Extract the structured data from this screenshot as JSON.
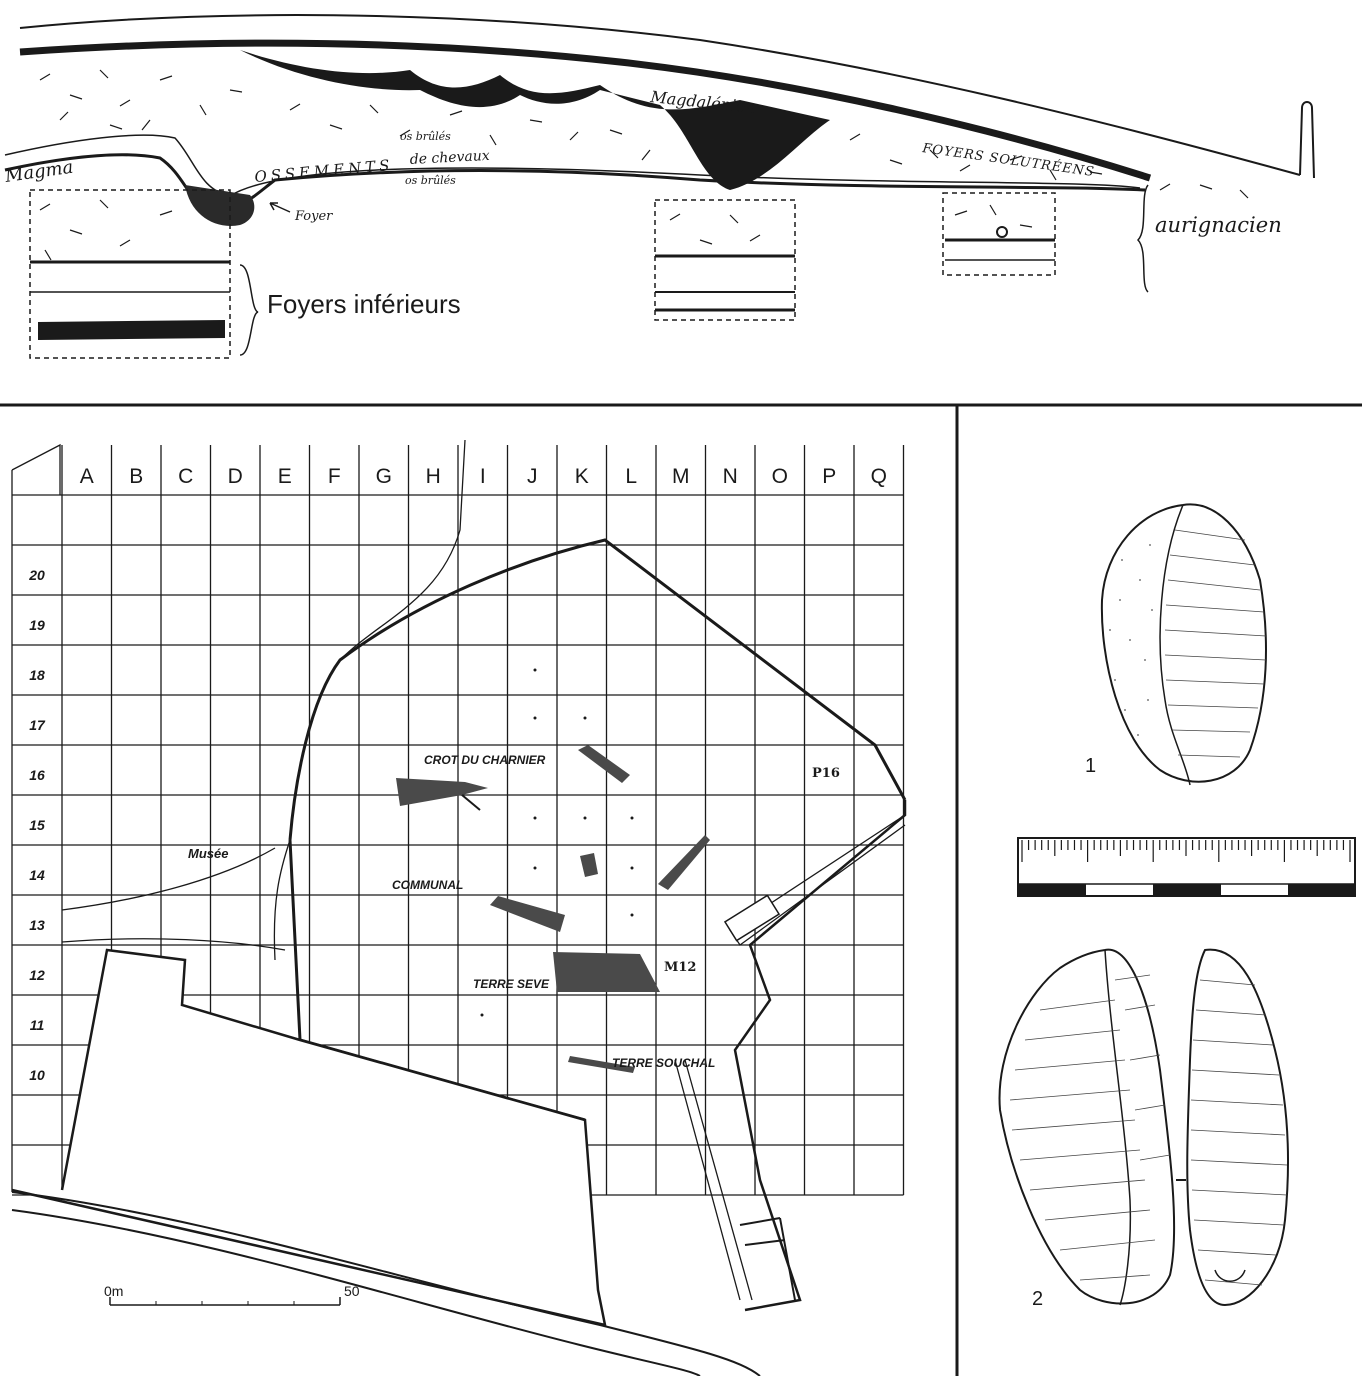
{
  "section": {
    "labels": {
      "magdalenien": "Magdalénien",
      "magma": "Magma",
      "ossements": "OSSEMENTS",
      "de_chevaux": "de chevaux",
      "os_brules_1": "os brûlés",
      "os_brules_2": "os brûlés",
      "foyer": "Foyer",
      "foyers_solutreens": "FOYERS SOLUTRÉENS",
      "aurignacien": "aurignacien",
      "foyers_inferieurs": "Foyers inférieurs"
    }
  },
  "plan": {
    "columns": [
      "A",
      "B",
      "C",
      "D",
      "E",
      "F",
      "G",
      "H",
      "I",
      "J",
      "K",
      "L",
      "M",
      "N",
      "O",
      "P",
      "Q"
    ],
    "rows": [
      "20",
      "19",
      "18",
      "17",
      "16",
      "15",
      "14",
      "13",
      "12",
      "11",
      "10"
    ],
    "labels": {
      "crot_du_charnier": "CROT DU CHARNIER",
      "musee": "Musée",
      "communal": "COMMUNAL",
      "terre_seve": "TERRE SEVE",
      "terre_souchal": "TERRE SOUCHAL",
      "p16": "P16",
      "m12": "M12"
    },
    "scale": {
      "start": "0m",
      "end": "50"
    }
  },
  "artifacts": {
    "label_1": "1",
    "label_2": "2"
  },
  "colors": {
    "ink": "#1a1a1a",
    "zone_fill": "#4a4a4a",
    "paper": "#ffffff"
  }
}
